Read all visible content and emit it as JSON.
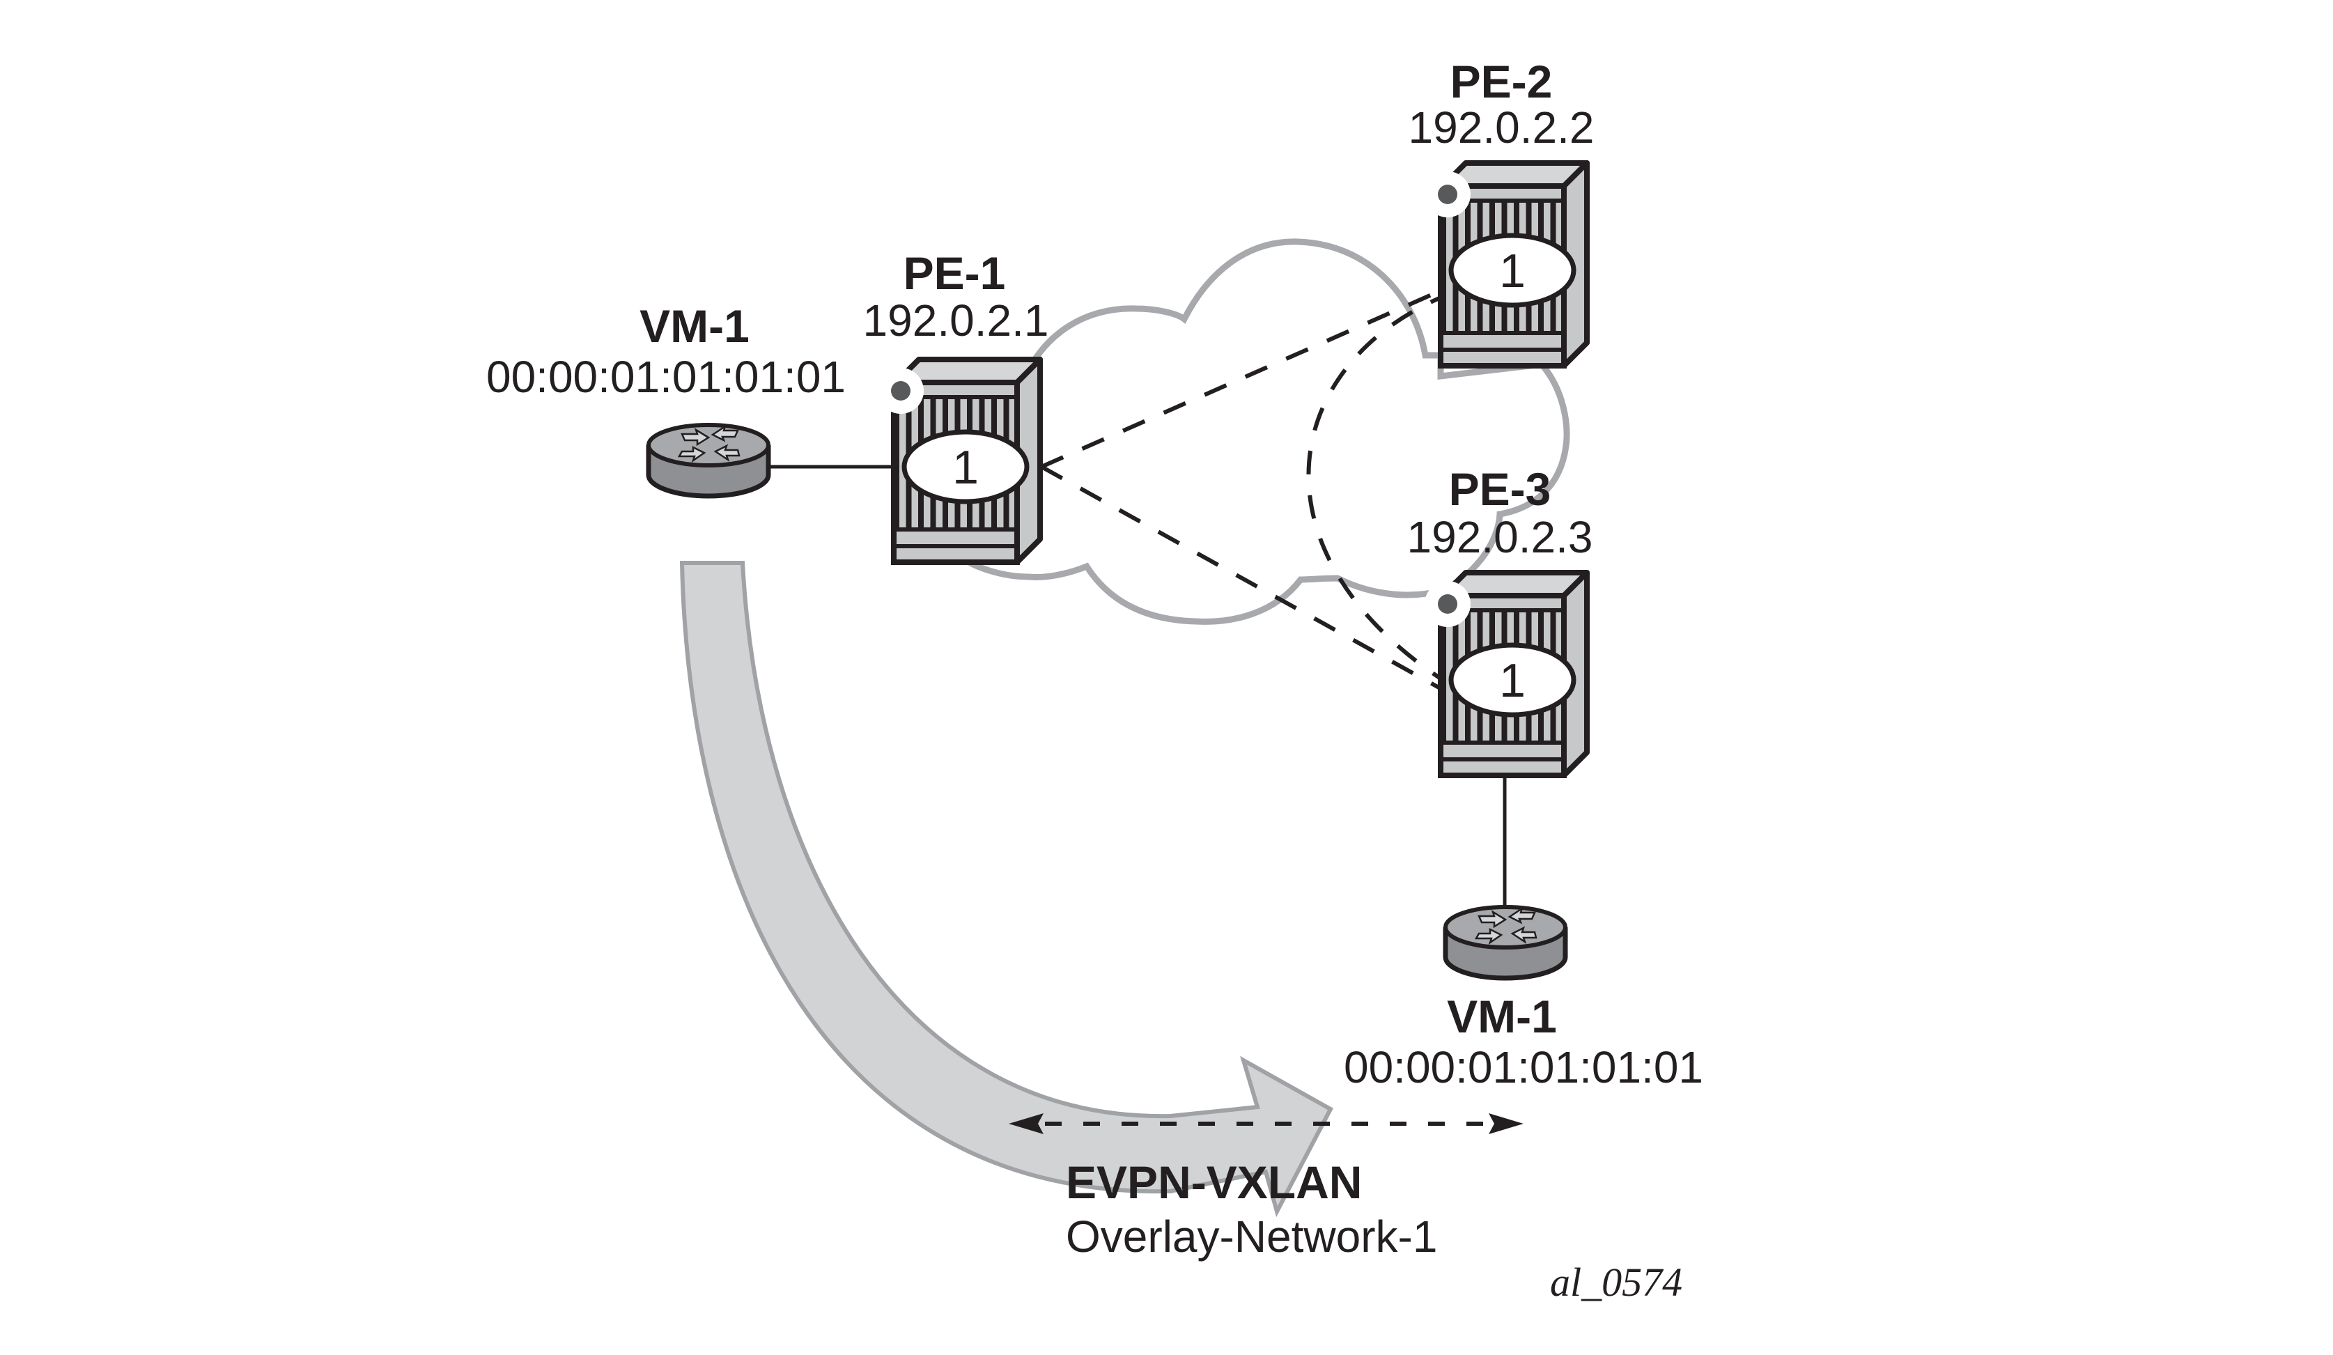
{
  "figure_id": "al_0574",
  "colors": {
    "ink": "#231f20",
    "cloud_outline": "#a7a9ac",
    "migration_arrow_fill": "#d1d3d4",
    "migration_arrow_outline": "#a0a2a5",
    "router_face": "#c7c8ca",
    "router_top": "#d5d6d8",
    "vm_top": "#a7a9ac",
    "vm_side": "#8e9093",
    "status_dot": "#58595b"
  },
  "nodes": {
    "pe1": {
      "name": "PE-1",
      "ip": "192.0.2.1",
      "service_id": "1",
      "icon": "router-chassis-icon"
    },
    "pe2": {
      "name": "PE-2",
      "ip": "192.0.2.2",
      "service_id": "1",
      "icon": "router-chassis-icon"
    },
    "pe3": {
      "name": "PE-3",
      "ip": "192.0.2.3",
      "service_id": "1",
      "icon": "router-chassis-icon"
    },
    "vm_source": {
      "name": "VM-1",
      "mac": "00:00:01:01:01:01",
      "icon": "vm-router-icon"
    },
    "vm_destination": {
      "name": "VM-1",
      "mac": "00:00:01:01:01:01",
      "icon": "vm-router-icon"
    }
  },
  "links": [
    {
      "from": "VM-1",
      "to": "PE-1",
      "style": "solid"
    },
    {
      "from": "PE-3",
      "to": "VM-1",
      "style": "solid"
    },
    {
      "from": "PE-1",
      "to": "PE-2",
      "style": "dashed"
    },
    {
      "from": "PE-1",
      "to": "PE-3",
      "style": "dashed"
    },
    {
      "from": "PE-2",
      "to": "PE-3",
      "style": "dashed"
    }
  ],
  "migration": {
    "from": "VM-1 at PE-1",
    "to": "VM-1 at PE-3",
    "icon": "curved-arrow-icon"
  },
  "legend": {
    "title": "EVPN-VXLAN",
    "subtitle": "Overlay-Network-1",
    "icon": "double-headed-dashed-arrow-icon"
  }
}
